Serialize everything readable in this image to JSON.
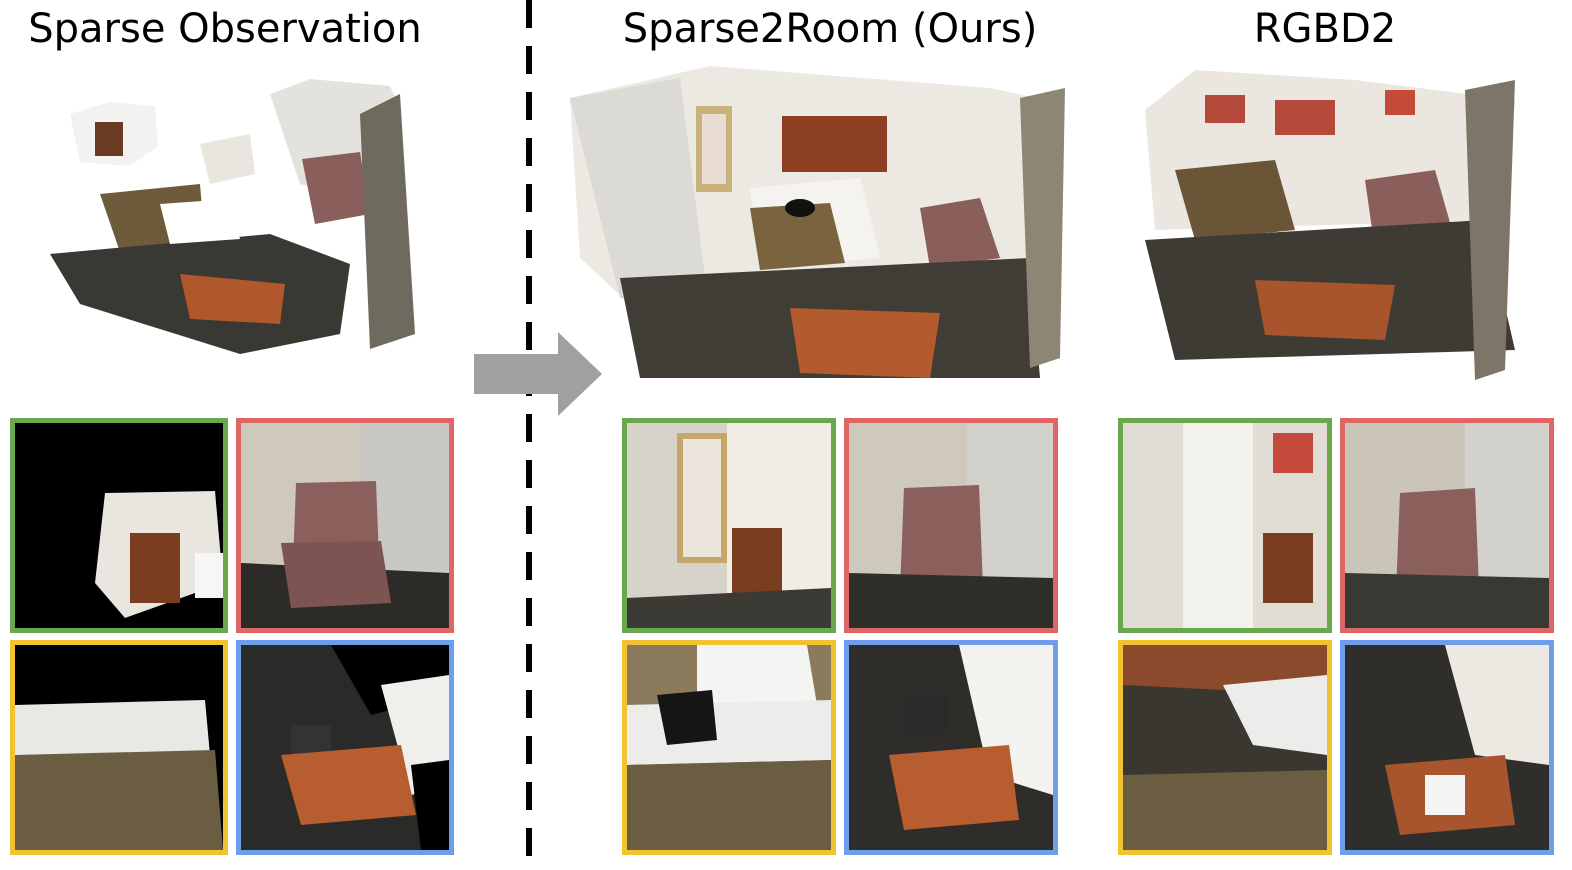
{
  "columns": [
    {
      "title": "Sparse Observation"
    },
    {
      "title": "Sparse2Room (Ours)"
    },
    {
      "title": "RGBD2"
    }
  ],
  "view_colors": {
    "green": "#6aa84f",
    "red": "#e06666",
    "yellow": "#f1c232",
    "blue": "#6d9eeb"
  },
  "divider_color": "#000000",
  "arrow_color": "#a0a0a0",
  "icons": {
    "arrow": "right-arrow-icon",
    "divider": "dashed-divider"
  }
}
